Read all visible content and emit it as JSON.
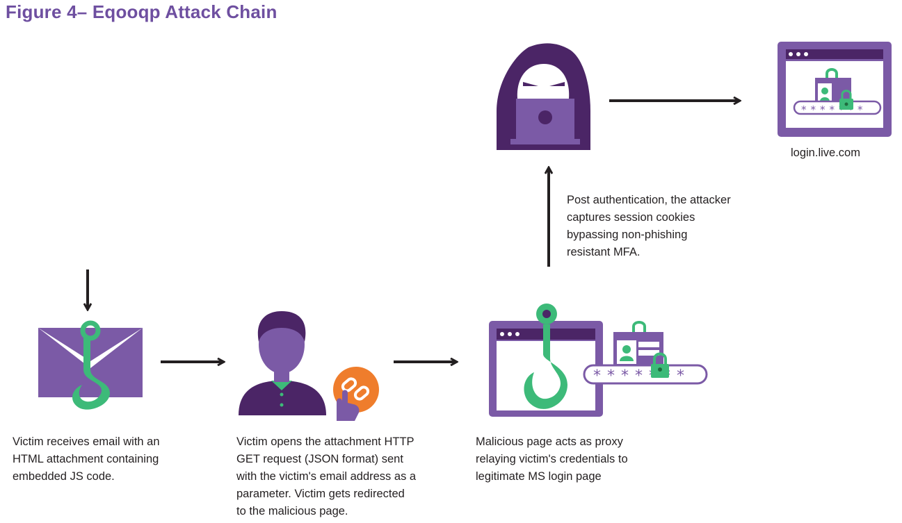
{
  "title": "Figure 4– Eqooqp Attack Chain",
  "captions": {
    "email": [
      "Victim receives email with an",
      "HTML attachment containing",
      "embedded JS code."
    ],
    "victim": [
      "Victim opens the attachment HTTP",
      "GET request (JSON format) sent",
      "with the victim's email address as a",
      "parameter. Victim gets redirected",
      "to the malicious page."
    ],
    "proxy": [
      "Malicious page acts as proxy",
      "relaying victim's credentials to",
      "legitimate MS login page"
    ],
    "attacker": [
      "Post authentication, the attacker",
      "captures session cookies",
      "bypassing non-phishing",
      "resistant MFA."
    ]
  },
  "login_url": "login.live.com",
  "colors": {
    "purple": "#7b5aa6",
    "dark_purple": "#4b2566",
    "green": "#3dba79",
    "orange": "#ef7d2c",
    "arrow": "#231f20"
  }
}
